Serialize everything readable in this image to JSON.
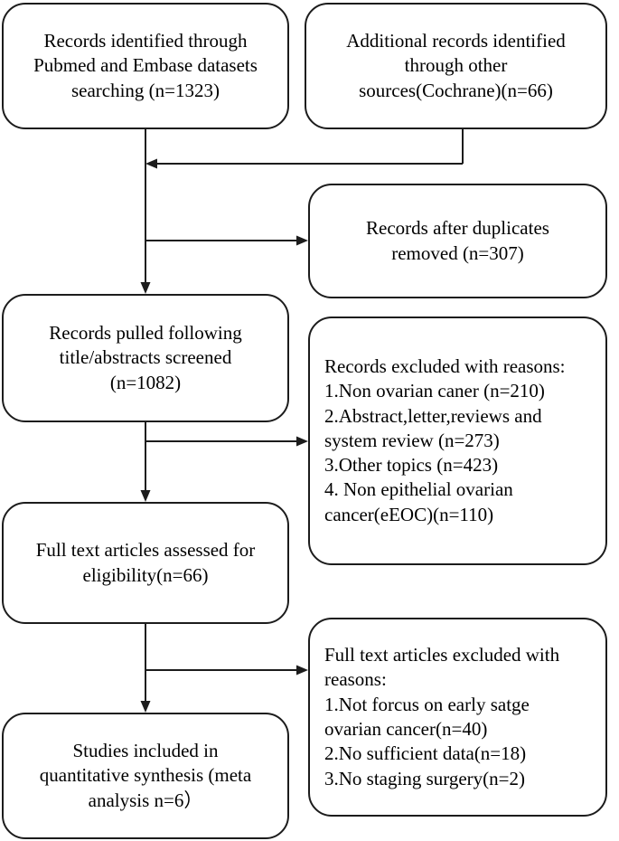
{
  "diagram": {
    "title": "PRISMA study selection flow diagram",
    "type": "flowchart",
    "stroke_color": "#1c1c1c",
    "background_color": "#ffffff"
  },
  "nodes": {
    "identified_records": {
      "lines": [
        "Records identified through",
        "Pubmed and Embase datasets",
        "searching (n=1323)"
      ],
      "count": "1323"
    },
    "additional_records": {
      "lines": [
        "Additional records identified",
        "through other",
        "sources(Cochrane)(n=66)"
      ],
      "count": "66"
    },
    "duplicates_removed": {
      "lines": [
        "Records after duplicates",
        "removed (n=307)"
      ],
      "count": "307"
    },
    "records_screened": {
      "lines": [
        "Records pulled following",
        "title/abstracts screened",
        "(n=1082)"
      ],
      "count": "1082"
    },
    "records_excluded": {
      "lines": [
        "Records excluded with reasons:",
        "1.Non ovarian caner (n=210)",
        "2.Abstract,letter,reviews and",
        "system review (n=273)",
        "3.Other topics (n=423)",
        "4. Non epithelial ovarian",
        "cancer(eEOC)(n=110)"
      ],
      "reasons": [
        {
          "label": "1.Non ovarian caner",
          "count": "210"
        },
        {
          "label": "2.Abstract,letter,reviews and system review",
          "count": "273"
        },
        {
          "label": "3.Other topics",
          "count": "423"
        },
        {
          "label": "4. Non epithelial ovarian cancer(eEOC)",
          "count": "110"
        }
      ]
    },
    "fulltext_assessed": {
      "lines": [
        "Full text articles assessed for",
        "eligibility(n=66)"
      ],
      "count": "66"
    },
    "fulltext_excluded": {
      "lines": [
        "Full text articles excluded with",
        "reasons:",
        "1.Not forcus on early satge",
        "ovarian cancer(n=40)",
        "2.No sufficient data(n=18)",
        "3.No staging surgery(n=2)"
      ],
      "reasons": [
        {
          "label": "1.Not forcus on early satge ovarian cancer",
          "count": "40"
        },
        {
          "label": "2.No sufficient data",
          "count": "18"
        },
        {
          "label": "3.No staging surgery",
          "count": "2"
        }
      ]
    },
    "studies_included": {
      "lines": [
        "Studies included in",
        "quantitative synthesis (meta",
        "analysis n=6）"
      ],
      "count": "6"
    }
  }
}
